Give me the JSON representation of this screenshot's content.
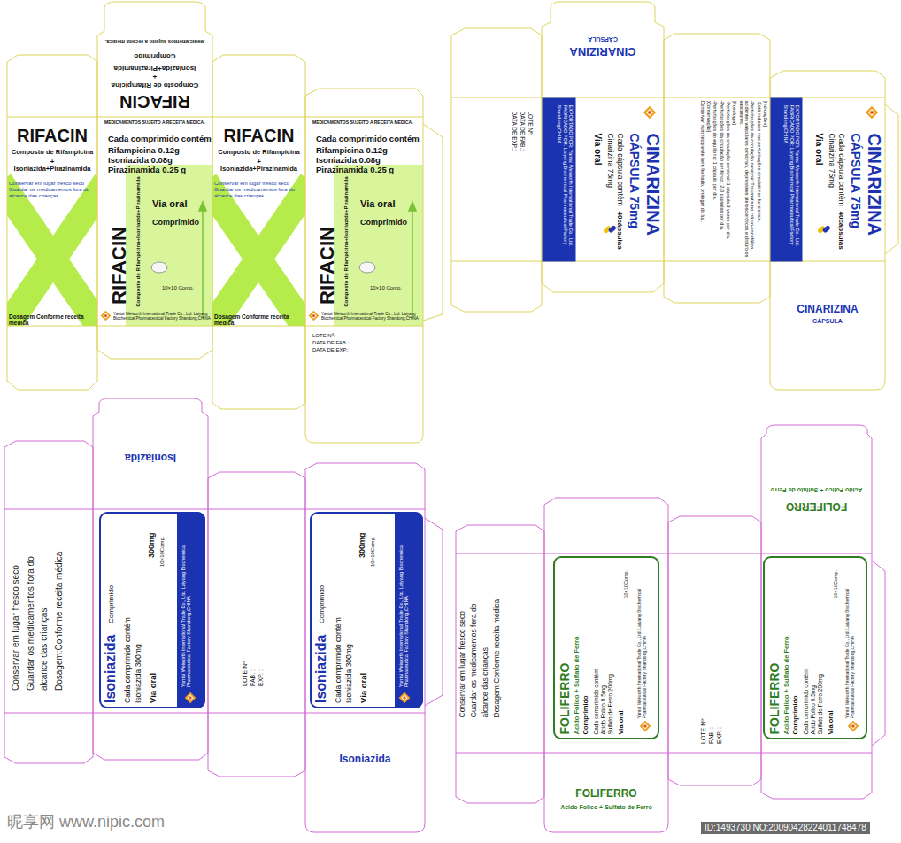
{
  "diagram": {
    "nodes": [
      {
        "text": [
          "RIFACIN",
          "Composto de Rifampicina",
          "+",
          "Isoniazida+Pirazinamida",
          "Comprimido",
          "Medicamentos sujeito a receita médica."
        ]
      },
      {
        "text": [
          "RIFACIN",
          "Composto de Rifampicina",
          "+",
          "Isoniazida+Pirazinamida",
          "Conservar em lugar fresco seco Guardar os medicamentos fora do alcance das crianças",
          "Dosagem Conforme receita médica"
        ]
      },
      {
        "text": [
          "MEDICAMENTOS SUJEITO A RECEITA MÉDICA.",
          "Cada comprimido contém",
          "Rifampicina 0.12g",
          "Isoniazida 0.08g",
          "Pirazinamida 0.25 g",
          "RIFACIN",
          "Composto de Rifampicina+Isoniazida+Pirazinamida",
          "Via oral",
          "Comprimido",
          "10×10 Comp.",
          "Yantai Weiworth International Trade Co., Ltd. Laiyang Biochemical Pharmaceutical Factory Shandong,CHINA"
        ]
      },
      {
        "text": [
          "RIFACIN",
          "Composto de Rifampicina",
          "+",
          "Isoniazida+Pirazinamida",
          "Conservar em lugar fresco seco Guardar os medicamentos fora do alcance das crianças",
          "Dosagem Conforme receita médica"
        ]
      },
      {
        "text": [
          "MEDICAMENTOS SUJEITO A RECEITA MÉDICA.",
          "Cada comprimido contém",
          "Rifampicina 0.12g",
          "Isoniazida 0.08g",
          "Pirazinamida 0.25 g",
          "RIFACIN",
          "Composto de Rifampicina+Isoniazida+Pirazinamida",
          "Via oral",
          "Comprimido",
          "10×10 Comp.",
          "Yantai Weiworth International Trade Co., Ltd. Laiyang Biochemical Pharmaceutical Factory Shandong,CHINA"
        ]
      },
      {
        "text": [
          "LOTE Nº:",
          "DATA DE FAB.:",
          "DATA DE EXP.:"
        ]
      },
      {
        "text": [
          "CINARIZINA",
          "CÁPSULA"
        ]
      },
      {
        "text": [
          "LOTE Nº:",
          "DATA DE FAB.:",
          "DATA DE EXP.:"
        ]
      },
      {
        "text": [
          "CINARIZINA",
          "CÁPSULA 75mg",
          "Cada cápsula contém",
          "Cinarizina 75mg",
          "Via oral",
          "40cápsulas",
          "EXPORTADO POR: Yantai Weiworth International Trade Co., Ltd. FABRICADO POR: Laiyang Biochemical Pharmaceutical Factory Shandong,CHINA"
        ]
      },
      {
        "text": [
          "[Indicações]",
          "-Está indicado nas perturbações circulatórias funcionais.",
          "-Perturbações da circulação cerebral: Traumatismo crânio-encefálico, acidentes vasculares cerebrais, depressões ateroscleróticas e distúrbios vasculares.",
          "[Posologia]",
          "-Perturbações da circulação cerebral: 1 cápsula 3 vezes por dia.",
          "-Perturbações da circulação periférica: 2-3 cápsulas por dia.",
          "-Perturbações do equilíbrio: 1 cápsula por dia.",
          "[Conservação]",
          "Conservar num recipiente bem fechado, proteger da luz."
        ]
      },
      {
        "text": [
          "CINARIZINA",
          "CÁPSULA 75mg",
          "Cada cápsula contém",
          "Cinarizina 75mg",
          "Via oral",
          "40cápsulas",
          "EXPORTADO POR: Yantai Weiworth International Trade Co., Ltd. FABRICADO POR: Laiyang Biochemical Pharmaceutical Factory Shandong,CHINA"
        ]
      },
      {
        "text": [
          "CINARIZINA",
          "CÁPSULA"
        ]
      },
      {
        "text": [
          "Isoniazida"
        ]
      },
      {
        "text": [
          "Conservar em lugar fresco seco",
          "Guardar os medicamentos fora do",
          "alcance das crianças",
          "Dosagem:Conforme receita médica"
        ]
      },
      {
        "text": [
          "Isoniazida",
          "Comprimido",
          "Cada comprimido contém",
          "Isoniazida 300mg",
          "Via oral",
          "300mg",
          "10×10Comp.",
          "Yantai Weiworth International Trade Co., Ltd. Laiyang Biochemical Pharmaceutical Factory Shandong,CHINA"
        ]
      },
      {
        "text": [
          "LOTE Nº:",
          "FAB. :",
          "EXP. :"
        ]
      },
      {
        "text": [
          "Isoniazida",
          "Comprimido",
          "Cada comprimido contém",
          "Isoniazida 300mg",
          "Via oral",
          "300mg",
          "10×10Comp.",
          "Yantai Weiworth International Trade Co., Ltd. Laiyang Biochemical Pharmaceutical Factory Shandong,CHINA"
        ]
      },
      {
        "text": [
          "Isoniazida"
        ]
      },
      {
        "text": [
          "FOLIFERRO",
          "Acido Folico + Sulfato de Ferro"
        ]
      },
      {
        "text": [
          "Conservar em lugar fresco seco",
          "Guardar os medicamentos fora do",
          "alcance das crianças",
          "Dosagem:Conforme receita médica"
        ]
      },
      {
        "text": [
          "FOLIFERRO",
          "Acido Folico + Sulfato de Ferro",
          "Comprimido",
          "Cada comprimido contém",
          "Acido Folico 0.5mg",
          "Sulfato de Ferro 200mg",
          "Via oral",
          "10×10Comp.",
          "Yantai Weiworth International Trade Co., Ltd. Laiyang Biochemical Pharmaceutical Factory Shandong,CHINA"
        ]
      },
      {
        "text": [
          "LOTE Nº:",
          "FAB. :",
          "EXP. :"
        ]
      },
      {
        "text": [
          "FOLIFERRO",
          "Acido Folico + Sulfato de Ferro",
          "Comprimido",
          "Cada comprimido contém",
          "Acido Folico 0.5mg",
          "Sulfato de Ferro 200mg",
          "Via oral",
          "10×10Comp.",
          "Yantai Weiworth International Trade Co., Ltd. Laiyang Biochemical Pharmaceutical Factory Shandong,CHINA"
        ]
      },
      {
        "text": [
          "FOLIFERRO",
          "Acido Folico + Sulfato de Ferro"
        ]
      }
    ],
    "labels": [
      "昵享网 www.nipic.com",
      "ID:1493730 NO:20090428224011748478"
    ]
  }
}
